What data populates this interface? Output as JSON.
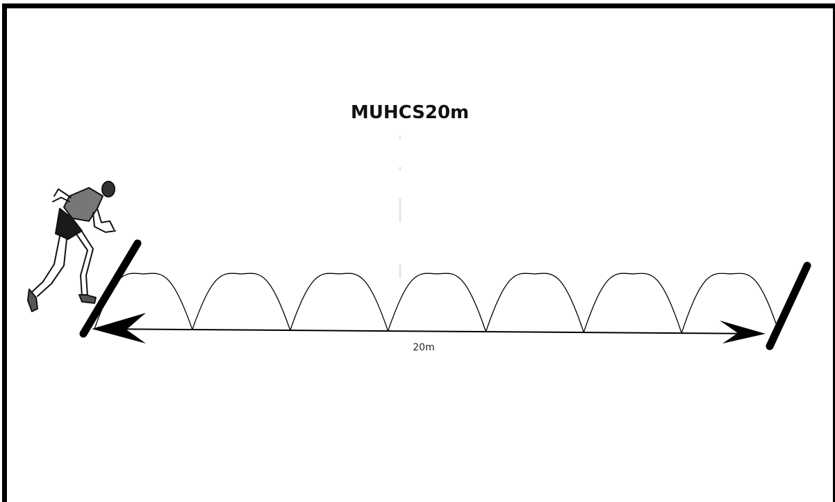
{
  "diagram": {
    "title": "MUHCS20m",
    "distance_label": "20m",
    "arc_count": 7,
    "colors": {
      "ink": "#000000",
      "background": "#ffffff"
    },
    "icons": [
      "running-athlete-icon",
      "start-line-icon",
      "finish-line-icon",
      "double-arrow-icon"
    ]
  }
}
